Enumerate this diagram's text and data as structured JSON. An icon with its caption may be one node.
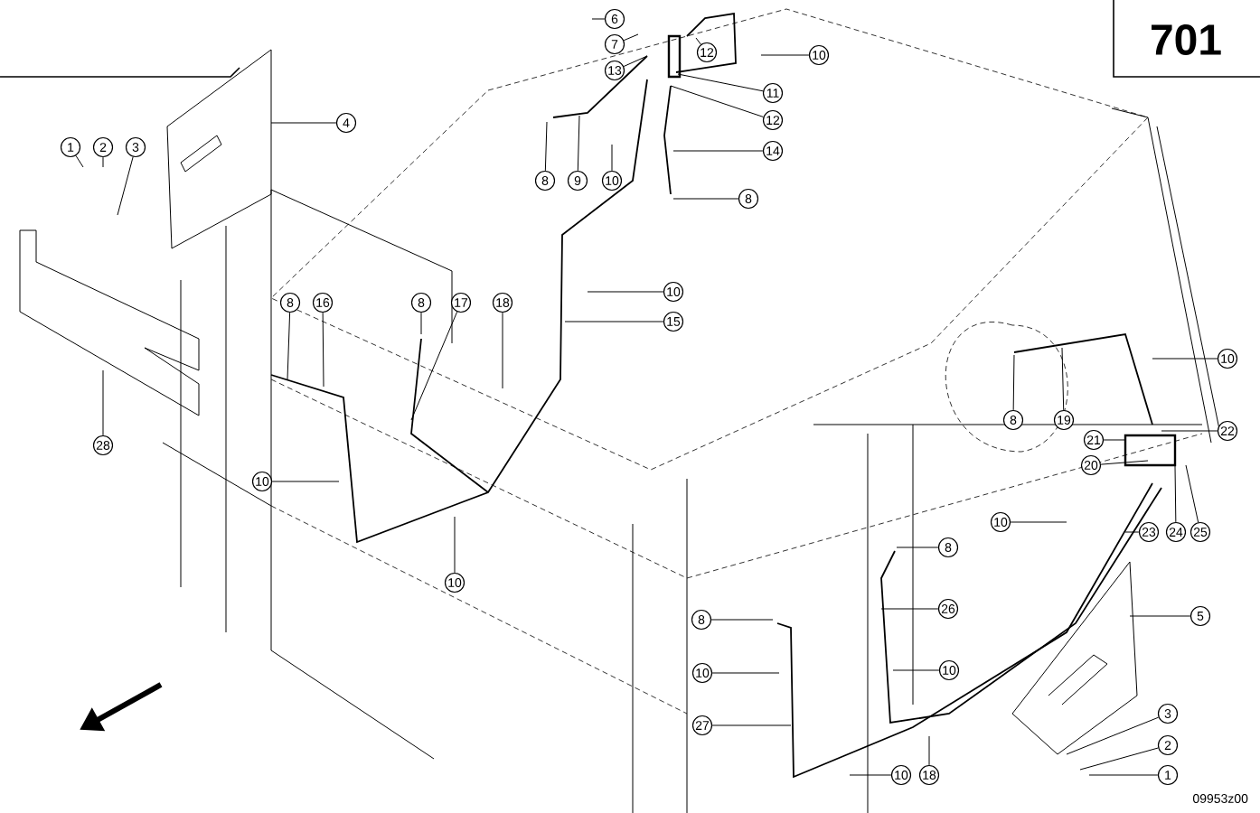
{
  "diagram": {
    "nodes": [
      {
        "text": [
          "1"
        ]
      },
      {
        "text": [
          "2"
        ]
      },
      {
        "text": [
          "3"
        ]
      },
      {
        "text": [
          "4"
        ]
      },
      {
        "text": [
          "6"
        ]
      },
      {
        "text": [
          "7"
        ]
      },
      {
        "text": [
          "13"
        ]
      },
      {
        "text": [
          "12"
        ]
      },
      {
        "text": [
          "10"
        ]
      },
      {
        "text": [
          "11"
        ]
      },
      {
        "text": [
          "12"
        ]
      },
      {
        "text": [
          "14"
        ]
      },
      {
        "text": [
          "8"
        ]
      },
      {
        "text": [
          "8"
        ]
      },
      {
        "text": [
          "9"
        ]
      },
      {
        "text": [
          "10"
        ]
      },
      {
        "text": [
          "10"
        ]
      },
      {
        "text": [
          "15"
        ]
      },
      {
        "text": [
          "8"
        ]
      },
      {
        "text": [
          "16"
        ]
      },
      {
        "text": [
          "8"
        ]
      },
      {
        "text": [
          "17"
        ]
      },
      {
        "text": [
          "18"
        ]
      },
      {
        "text": [
          "10"
        ]
      },
      {
        "text": [
          "10"
        ]
      },
      {
        "text": [
          "28"
        ]
      },
      {
        "text": [
          "10"
        ]
      },
      {
        "text": [
          "8"
        ]
      },
      {
        "text": [
          "19"
        ]
      },
      {
        "text": [
          "22"
        ]
      },
      {
        "text": [
          "21"
        ]
      },
      {
        "text": [
          "20"
        ]
      },
      {
        "text": [
          "23"
        ]
      },
      {
        "text": [
          "24"
        ]
      },
      {
        "text": [
          "25"
        ]
      },
      {
        "text": [
          "10"
        ]
      },
      {
        "text": [
          "8"
        ]
      },
      {
        "text": [
          "26"
        ]
      },
      {
        "text": [
          "5"
        ]
      },
      {
        "text": [
          "8"
        ]
      },
      {
        "text": [
          "10"
        ]
      },
      {
        "text": [
          "10"
        ]
      },
      {
        "text": [
          "27"
        ]
      },
      {
        "text": [
          "3"
        ]
      },
      {
        "text": [
          "2"
        ]
      },
      {
        "text": [
          "1"
        ]
      },
      {
        "text": [
          "10"
        ]
      },
      {
        "text": [
          "18"
        ]
      }
    ],
    "edges": [
      {
        "from": 0,
        "to": null,
        "arrow": "none"
      },
      {
        "from": 1,
        "to": null,
        "arrow": "none"
      },
      {
        "from": 2,
        "to": null,
        "arrow": "none"
      },
      {
        "from": 3,
        "to": null,
        "arrow": "none"
      },
      {
        "from": 4,
        "to": null,
        "arrow": "none"
      },
      {
        "from": 5,
        "to": null,
        "arrow": "none"
      },
      {
        "from": 6,
        "to": null,
        "arrow": "none"
      },
      {
        "from": 7,
        "to": null,
        "arrow": "none"
      },
      {
        "from": 8,
        "to": null,
        "arrow": "none"
      },
      {
        "from": 9,
        "to": null,
        "arrow": "none"
      },
      {
        "from": 10,
        "to": null,
        "arrow": "none"
      },
      {
        "from": 11,
        "to": null,
        "arrow": "none"
      },
      {
        "from": 12,
        "to": null,
        "arrow": "none"
      },
      {
        "from": 13,
        "to": null,
        "arrow": "none"
      },
      {
        "from": 14,
        "to": null,
        "arrow": "none"
      },
      {
        "from": 15,
        "to": null,
        "arrow": "none"
      },
      {
        "from": 16,
        "to": null,
        "arrow": "none"
      },
      {
        "from": 17,
        "to": null,
        "arrow": "none"
      },
      {
        "from": 18,
        "to": null,
        "arrow": "none"
      },
      {
        "from": 19,
        "to": null,
        "arrow": "none"
      },
      {
        "from": 20,
        "to": null,
        "arrow": "none"
      },
      {
        "from": 21,
        "to": null,
        "arrow": "none"
      },
      {
        "from": 22,
        "to": null,
        "arrow": "none"
      },
      {
        "from": 23,
        "to": null,
        "arrow": "none"
      },
      {
        "from": 24,
        "to": null,
        "arrow": "none"
      },
      {
        "from": 25,
        "to": null,
        "arrow": "none"
      },
      {
        "from": 26,
        "to": null,
        "arrow": "none"
      },
      {
        "from": 27,
        "to": null,
        "arrow": "none"
      },
      {
        "from": 28,
        "to": null,
        "arrow": "none"
      },
      {
        "from": 29,
        "to": null,
        "arrow": "none"
      },
      {
        "from": 30,
        "to": null,
        "arrow": "none"
      },
      {
        "from": 31,
        "to": null,
        "arrow": "none"
      },
      {
        "from": 32,
        "to": null,
        "arrow": "none"
      },
      {
        "from": 33,
        "to": null,
        "arrow": "none"
      },
      {
        "from": 34,
        "to": null,
        "arrow": "none"
      },
      {
        "from": 35,
        "to": null,
        "arrow": "none"
      },
      {
        "from": 36,
        "to": null,
        "arrow": "none"
      },
      {
        "from": 37,
        "to": null,
        "arrow": "none"
      },
      {
        "from": 38,
        "to": null,
        "arrow": "none"
      },
      {
        "from": 39,
        "to": null,
        "arrow": "none"
      },
      {
        "from": 40,
        "to": null,
        "arrow": "none"
      },
      {
        "from": 41,
        "to": null,
        "arrow": "none"
      },
      {
        "from": 42,
        "to": null,
        "arrow": "none"
      },
      {
        "from": 43,
        "to": null,
        "arrow": "none"
      },
      {
        "from": 44,
        "to": null,
        "arrow": "none"
      },
      {
        "from": 45,
        "to": null,
        "arrow": "none"
      },
      {
        "from": 46,
        "to": null,
        "arrow": "none"
      },
      {
        "from": 47,
        "to": null,
        "arrow": "none"
      }
    ],
    "labels": [
      "701",
      "09953z00"
    ]
  }
}
